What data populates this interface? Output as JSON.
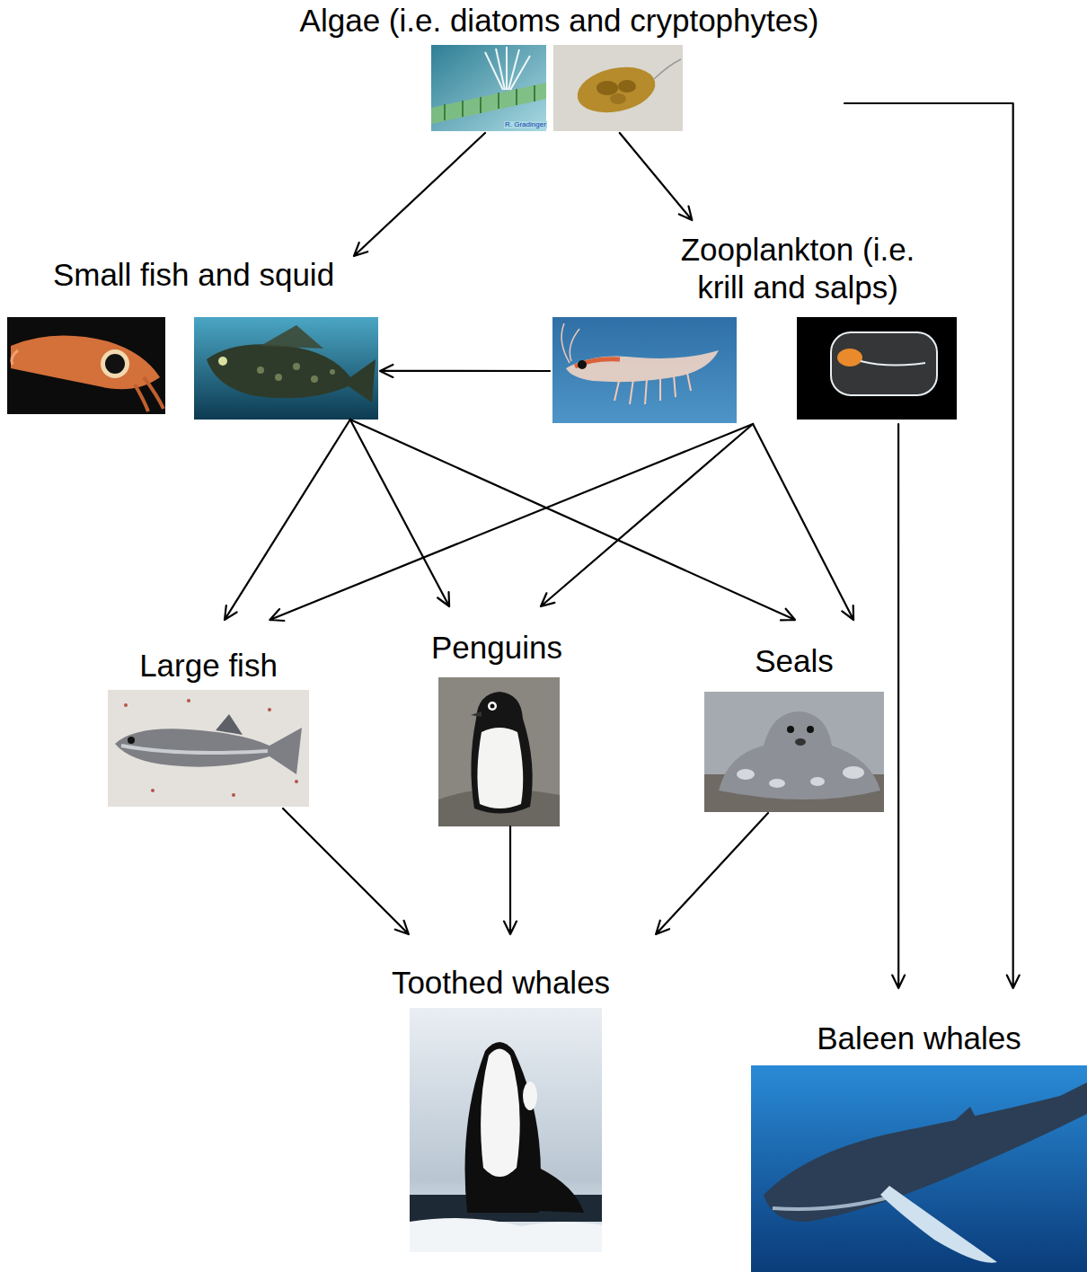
{
  "diagram": {
    "nodes": [
      {
        "text": [
          "Algae (i.e. diatoms and cryptophytes)"
        ]
      },
      {
        "text": [
          "Small fish and squid"
        ]
      },
      {
        "text": [
          "Zooplankton (i.e. krill and salps)"
        ]
      },
      {
        "text": [
          "Large fish"
        ]
      },
      {
        "text": [
          "Penguins"
        ]
      },
      {
        "text": [
          "Seals"
        ]
      },
      {
        "text": [
          "Toothed whales"
        ]
      },
      {
        "text": [
          "Baleen whales"
        ]
      }
    ],
    "edges": [
      {
        "from": 0,
        "to": 1,
        "arrow": "to"
      },
      {
        "from": 0,
        "to": 2,
        "arrow": "to"
      },
      {
        "from": 0,
        "to": 7,
        "arrow": "to"
      },
      {
        "from": 2,
        "to": 1,
        "arrow": "to"
      },
      {
        "from": 1,
        "to": 3,
        "arrow": "to"
      },
      {
        "from": 1,
        "to": 4,
        "arrow": "to"
      },
      {
        "from": 1,
        "to": 5,
        "arrow": "to"
      },
      {
        "from": 2,
        "to": 3,
        "arrow": "to"
      },
      {
        "from": 2,
        "to": 4,
        "arrow": "to"
      },
      {
        "from": 2,
        "to": 5,
        "arrow": "to"
      },
      {
        "from": 2,
        "to": 7,
        "arrow": "to"
      },
      {
        "from": 3,
        "to": 6,
        "arrow": "to"
      },
      {
        "from": 4,
        "to": 6,
        "arrow": "to"
      },
      {
        "from": 5,
        "to": 6,
        "arrow": "to"
      }
    ],
    "labels": [
      "R. Gradinger"
    ]
  }
}
